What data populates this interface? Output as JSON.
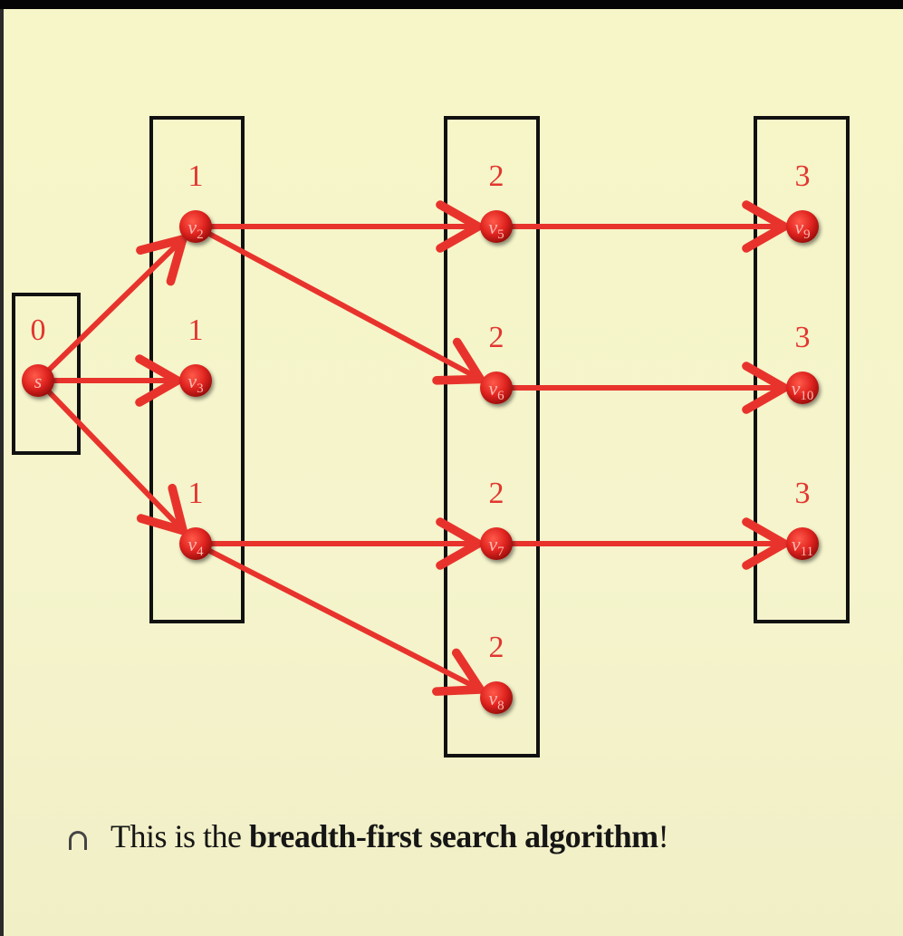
{
  "colors": {
    "background": "#f6f6c8",
    "edge": "#e8332c",
    "node": "#e02420",
    "level_label": "#e2362f",
    "box": "#111111"
  },
  "graph": {
    "boxes": [
      {
        "id": "box-level-0",
        "level": 0
      },
      {
        "id": "box-level-1",
        "level": 1
      },
      {
        "id": "box-level-2",
        "level": 2
      },
      {
        "id": "box-level-3",
        "level": 3
      }
    ],
    "nodes": [
      {
        "id": "s",
        "name": "s",
        "sub": "",
        "level": 0
      },
      {
        "id": "v2",
        "name": "v",
        "sub": "2",
        "level": 1
      },
      {
        "id": "v3",
        "name": "v",
        "sub": "3",
        "level": 1
      },
      {
        "id": "v4",
        "name": "v",
        "sub": "4",
        "level": 1
      },
      {
        "id": "v5",
        "name": "v",
        "sub": "5",
        "level": 2
      },
      {
        "id": "v6",
        "name": "v",
        "sub": "6",
        "level": 2
      },
      {
        "id": "v7",
        "name": "v",
        "sub": "7",
        "level": 2
      },
      {
        "id": "v8",
        "name": "v",
        "sub": "8",
        "level": 2
      },
      {
        "id": "v9",
        "name": "v",
        "sub": "9",
        "level": 3
      },
      {
        "id": "v10",
        "name": "v",
        "sub": "10",
        "level": 3
      },
      {
        "id": "v11",
        "name": "v",
        "sub": "11",
        "level": 3
      }
    ],
    "edges": [
      {
        "from": "s",
        "to": "v2"
      },
      {
        "from": "s",
        "to": "v3"
      },
      {
        "from": "s",
        "to": "v4"
      },
      {
        "from": "v2",
        "to": "v5"
      },
      {
        "from": "v2",
        "to": "v6"
      },
      {
        "from": "v4",
        "to": "v7"
      },
      {
        "from": "v4",
        "to": "v8"
      },
      {
        "from": "v5",
        "to": "v9"
      },
      {
        "from": "v6",
        "to": "v10"
      },
      {
        "from": "v7",
        "to": "v11"
      }
    ]
  },
  "caption": {
    "prefix": "This is the ",
    "bold": "breadth-first search algorithm",
    "suffix": "!"
  }
}
